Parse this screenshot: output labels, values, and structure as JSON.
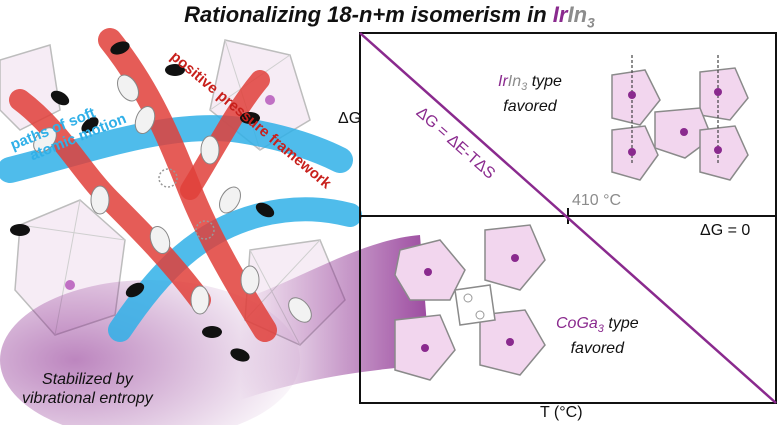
{
  "title": {
    "prefix": "Rationalizing 18-n+m isomerism in ",
    "formula_el1": "Ir",
    "formula_el2": "In",
    "formula_sub": "3"
  },
  "left_panel": {
    "paths_label_line1": "paths of soft",
    "paths_label_line2": "atomic motion",
    "framework_label": "positive pressure framework",
    "stabilized_line1": "Stabilized by",
    "stabilized_line2": "vibrational entropy"
  },
  "plot": {
    "y_axis_label": "ΔG",
    "x_axis_label": "T (°C)",
    "zero_line_label": "ΔG = 0",
    "crossing_label": "410 °C",
    "line_label": "ΔG = ΔE-TΔS",
    "upper_region": {
      "el1": "Ir",
      "el2": "In",
      "sub": "3",
      "line1_suffix": " type",
      "line2": "favored"
    },
    "lower_region": {
      "el1": "Co",
      "el2": "Ga",
      "sub": "3",
      "line1_suffix": " type",
      "line2": "favored"
    }
  },
  "colors": {
    "purple": "#8a2a8e",
    "gray_element": "#8c8c8c",
    "framework_red": "#e0403a",
    "soft_path_blue": "#30b0e8",
    "pale_pink": "#f2d6ee"
  }
}
